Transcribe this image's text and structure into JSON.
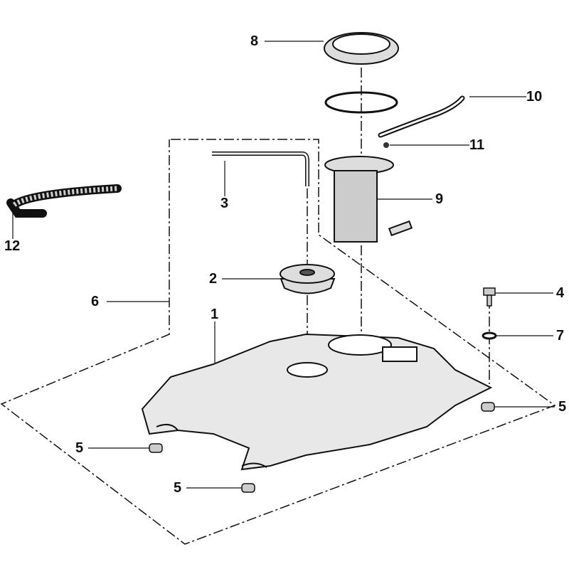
{
  "diagram": {
    "type": "exploded parts diagram",
    "callouts": {
      "c1": "1",
      "c2": "2",
      "c3": "3",
      "c4": "4",
      "c5a": "5",
      "c5b": "5",
      "c5c": "5",
      "c6": "6",
      "c7": "7",
      "c8": "8",
      "c9": "9",
      "c10": "10",
      "c11": "11",
      "c12": "12"
    },
    "colors": {
      "line": "#111111",
      "background": "#ffffff",
      "part_fill": "#e8e8e8"
    }
  }
}
